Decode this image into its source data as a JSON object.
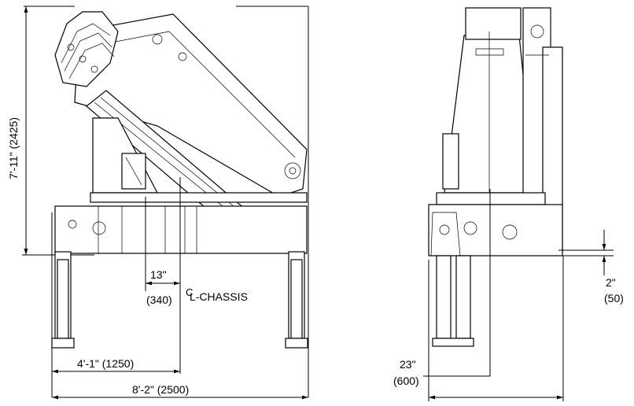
{
  "dimensions": {
    "height": "7'-11\" (2425)",
    "offset_in": "13\"",
    "offset_mm": "(340)",
    "chassis_label": "L-CHASSIS",
    "chassis_prefix": "C",
    "half_width": "4'-1\" (1250)",
    "total_width": "8'-2\" (2500)",
    "side_depth_in": "23\"",
    "side_depth_mm": "(600)",
    "clearance_in": "2\"",
    "clearance_mm": "(50)"
  }
}
